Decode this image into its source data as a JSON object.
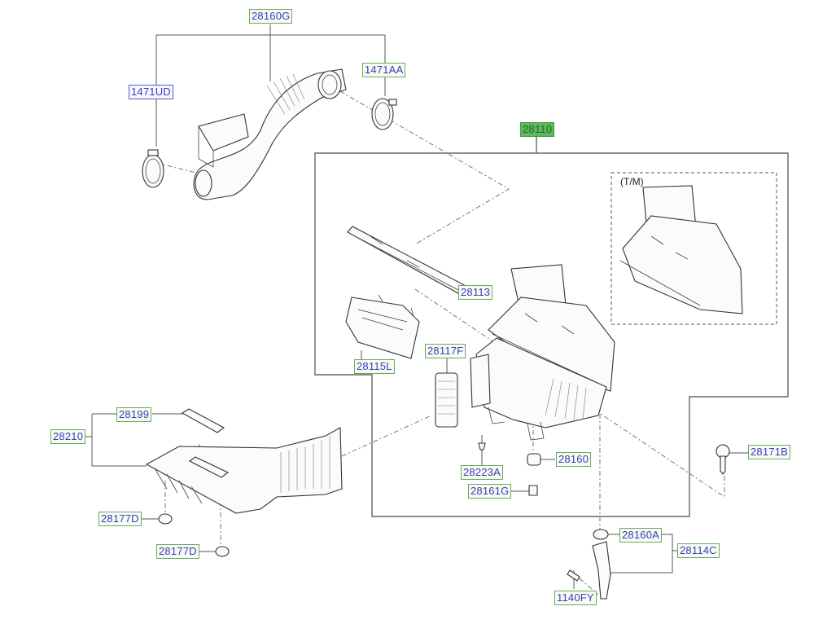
{
  "diagram": {
    "title": "Air Cleaner Assembly - exploded parts diagram",
    "variant_note": "(T/M)",
    "labels": [
      {
        "id": "28160G",
        "style": "green"
      },
      {
        "id": "1471UD",
        "style": "blue"
      },
      {
        "id": "1471AA",
        "style": "green"
      },
      {
        "id": "28110",
        "style": "filled"
      },
      {
        "id": "28113",
        "style": "green"
      },
      {
        "id": "28115L",
        "style": "green"
      },
      {
        "id": "28117F",
        "style": "green"
      },
      {
        "id": "28199",
        "style": "green"
      },
      {
        "id": "28210",
        "style": "green"
      },
      {
        "id": "28177D",
        "style": "green"
      },
      {
        "id": "28177D",
        "style": "green"
      },
      {
        "id": "28223A",
        "style": "green"
      },
      {
        "id": "28160",
        "style": "green"
      },
      {
        "id": "28161G",
        "style": "green"
      },
      {
        "id": "28171B",
        "style": "green"
      },
      {
        "id": "28160A",
        "style": "green"
      },
      {
        "id": "28114C",
        "style": "green"
      },
      {
        "id": "1140FY",
        "style": "green"
      }
    ],
    "colors": {
      "label_border_green": "#6aaa5a",
      "label_border_blue": "#5a5ad0",
      "label_text": "#3a3ab8",
      "highlight_fill": "#5cb85c"
    }
  }
}
